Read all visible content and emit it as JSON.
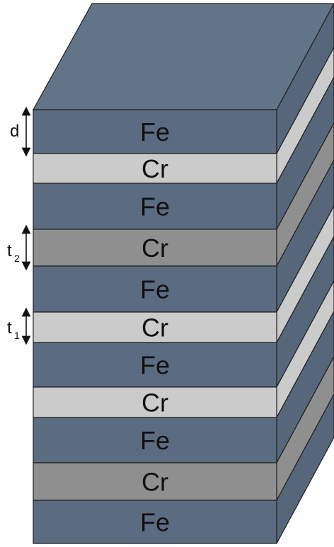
{
  "colors": {
    "fe": "#5b6b81",
    "fe_top": "#627488",
    "fe_side": "#56677c",
    "cr_light": "#cbcbcb",
    "cr_dark": "#8f8f8f",
    "outline": "#1f1f1f"
  },
  "layers": [
    {
      "label": "Fe",
      "material": "fe"
    },
    {
      "label": "Cr",
      "material": "cr_light"
    },
    {
      "label": "Fe",
      "material": "fe"
    },
    {
      "label": "Cr",
      "material": "cr_dark"
    },
    {
      "label": "Fe",
      "material": "fe"
    },
    {
      "label": "Cr",
      "material": "cr_light"
    },
    {
      "label": "Fe",
      "material": "fe"
    },
    {
      "label": "Cr",
      "material": "cr_light"
    },
    {
      "label": "Fe",
      "material": "fe"
    },
    {
      "label": "Cr",
      "material": "cr_dark"
    },
    {
      "label": "Fe",
      "material": "fe"
    }
  ],
  "dimensions": {
    "d": {
      "label": "d"
    },
    "t2": {
      "label": "t",
      "subscript": "2"
    },
    "t1": {
      "label": "t",
      "subscript": "1"
    }
  }
}
